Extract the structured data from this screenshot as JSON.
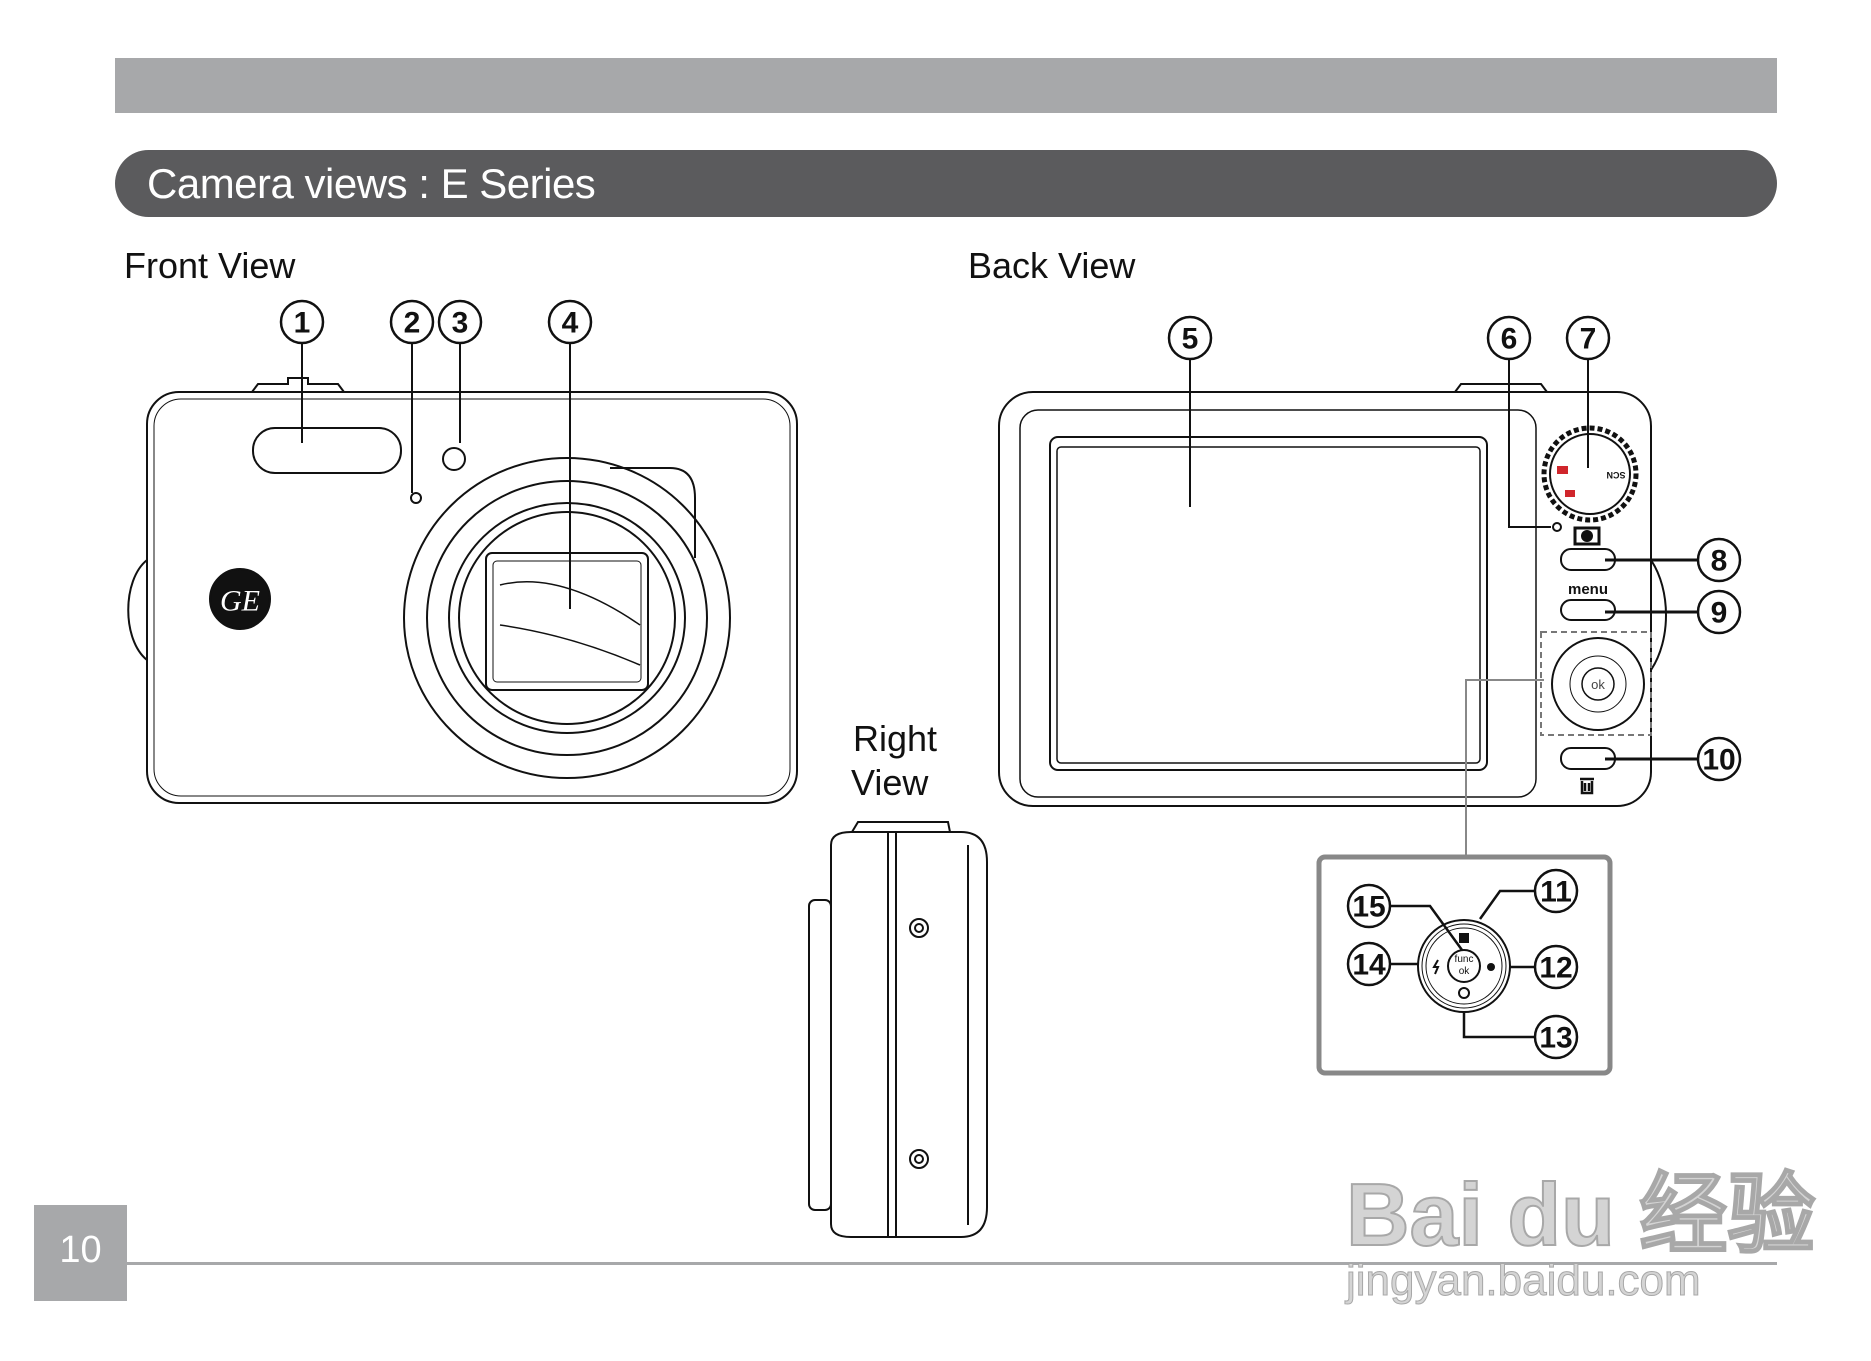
{
  "page": {
    "title": "Camera views : E Series",
    "page_number": "10"
  },
  "views": {
    "front": "Front View",
    "back": "Back View",
    "right_line1": "Right",
    "right_line2": "View"
  },
  "callouts": {
    "c1": "1",
    "c2": "2",
    "c3": "3",
    "c4": "4",
    "c5": "5",
    "c6": "6",
    "c7": "7",
    "c8": "8",
    "c9": "9",
    "c10": "10",
    "c11": "11",
    "c12": "12",
    "c13": "13",
    "c14": "14",
    "c15": "15"
  },
  "camera_labels": {
    "menu": "menu",
    "ok": "ok",
    "func": "func",
    "scn": "SCN",
    "logo": "GE"
  },
  "icons": [
    "face-detect-icon",
    "trash-icon",
    "flash-icon",
    "macro-icon",
    "self-timer-icon",
    "exposure-icon",
    "mode-dial-icon",
    "ge-logo-icon"
  ],
  "colors": {
    "header_bar": "#a7a8aa",
    "title_bar": "#5b5b5d",
    "dial_red": "#d0262c"
  },
  "watermark": {
    "logo": "Bai du 经验",
    "url": "jingyan.baidu.com"
  }
}
